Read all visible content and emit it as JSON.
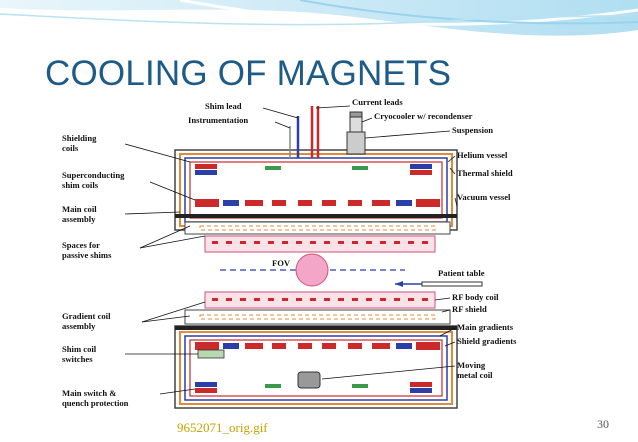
{
  "slide": {
    "title": "COOLING OF MAGNETS",
    "caption": "9652071_orig.gif",
    "page_number": "30"
  },
  "diagram": {
    "labels": {
      "shim_lead": "Shim lead",
      "current_leads": "Current leads",
      "instrumentation": "Instrumentation",
      "cryocooler": "Cryocooler w/ recondenser",
      "suspension": "Suspension",
      "shielding_coils_1": "Shielding",
      "shielding_coils_2": "coils",
      "helium_vessel": "Helium vessel",
      "superconducting_1": "Superconducting",
      "superconducting_2": "shim coils",
      "thermal_shield": "Thermal shield",
      "vacuum_vessel": "Vacuum vessel",
      "main_coil_1": "Main coil",
      "main_coil_2": "assembly",
      "spaces_1": "Spaces for",
      "spaces_2": "passive shims",
      "fov": "FOV",
      "patient_table": "Patient table",
      "gradient_1": "Gradient coil",
      "gradient_2": "assembly",
      "rf_body_coil": "RF body coil",
      "rf_shield": "RF shield",
      "main_gradients": "Main gradients",
      "shield_gradients": "Shield gradients",
      "shim_switches_1": "Shim coil",
      "shim_switches_2": "switches",
      "moving_metal_1": "Moving",
      "moving_metal_2": "metal coil",
      "main_switch_1": "Main switch &",
      "main_switch_2": "quench protection"
    }
  },
  "colors": {
    "title": "#1f5b87",
    "caption": "#c8a200",
    "orange_coil": "#e08a3a",
    "red_coil": "#cc2a2a",
    "blue_coil": "#2a3fa8",
    "green_coil": "#3a9a4a",
    "fov_fill": "#f4a6c8"
  }
}
